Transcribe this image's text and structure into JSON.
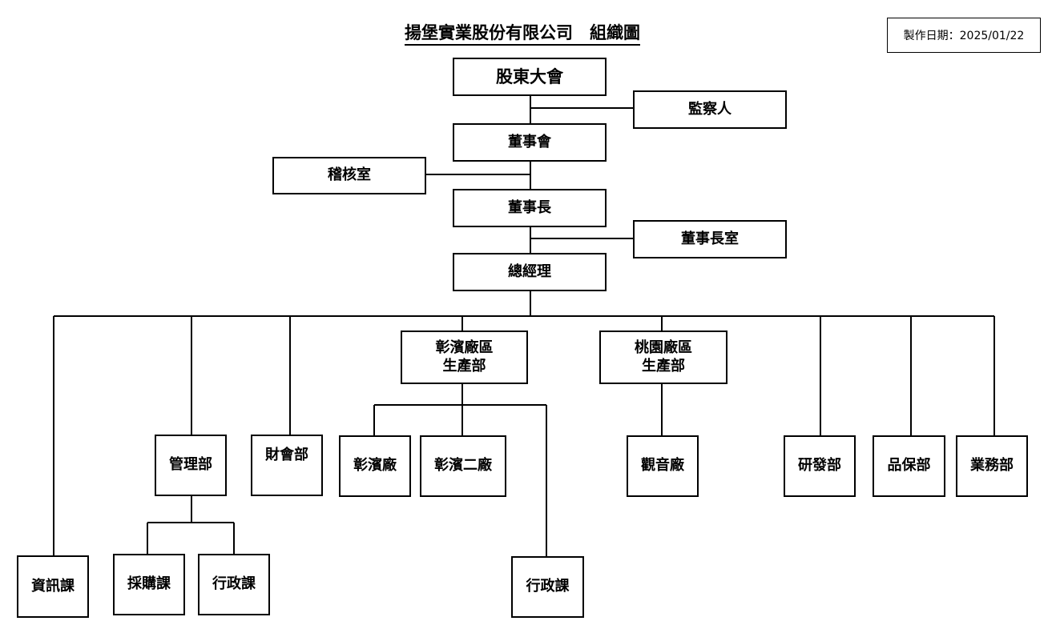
{
  "title": "揚堡實業股份有限公司　組織圖",
  "date_label": "製作日期：2025/01/22",
  "nodes": {
    "shareholders": "股東大會",
    "supervisor": "監察人",
    "board": "董事會",
    "audit": "稽核室",
    "chairman": "董事長",
    "chairman_office": "董事長室",
    "gm": "總經理",
    "changbin_plant": "彰濱廠區\n生產部",
    "taoyuan_plant": "桃園廠區\n生產部",
    "management": "管理部",
    "finance": "財會部",
    "changbin": "彰濱廠",
    "changbin2": "彰濱二廠",
    "guanyin": "觀音廠",
    "rnd": "研發部",
    "qa": "品保部",
    "sales": "業務部",
    "it": "資訊課",
    "purchasing": "採購課",
    "admin_mgmt": "行政課",
    "admin_plant": "行政課"
  }
}
